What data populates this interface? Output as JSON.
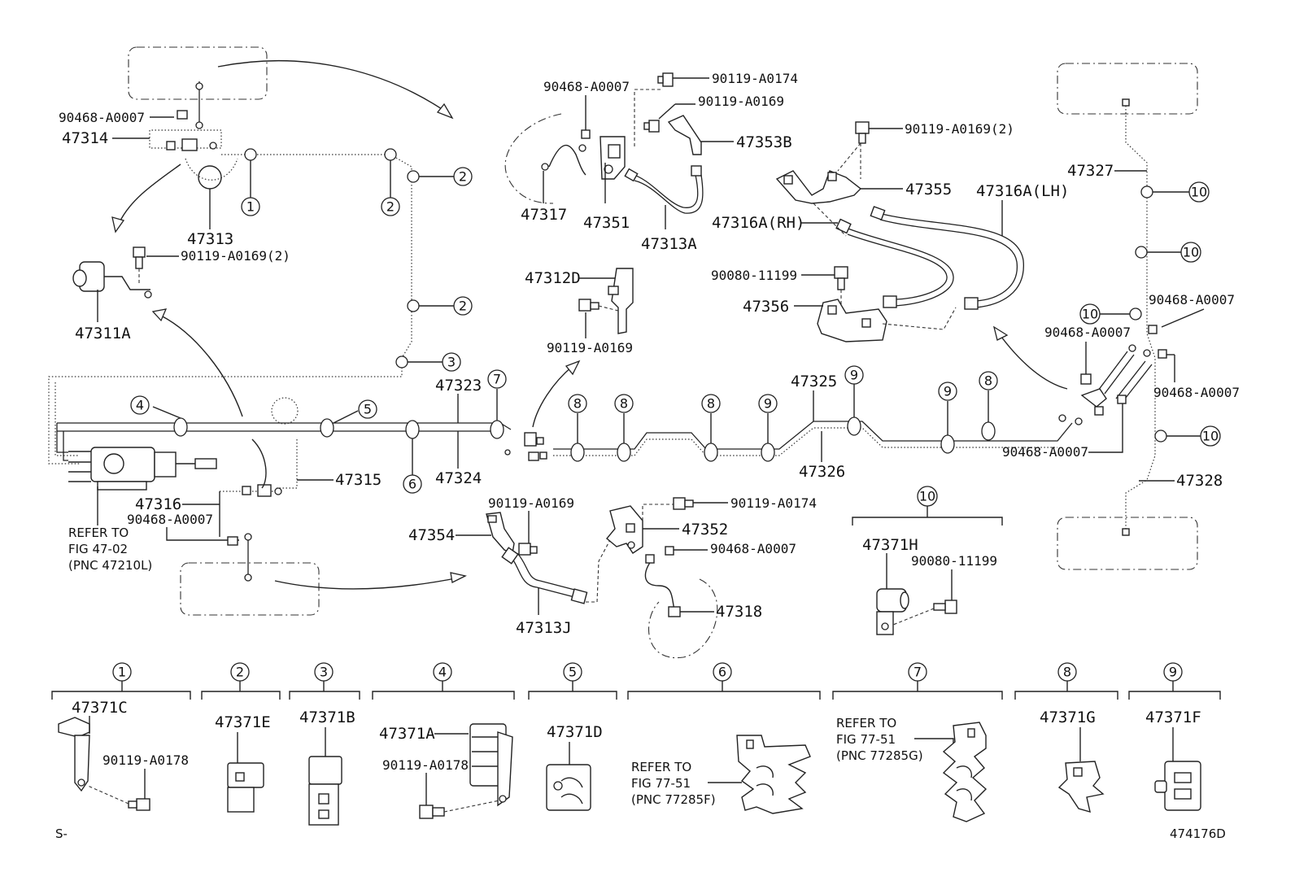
{
  "diagram": {
    "figure_code": "474176D",
    "corner_mark": "S-",
    "part_labels": {
      "p47314": "47314",
      "p47313": "47313",
      "p47311A": "47311A",
      "p47315": "47315",
      "p47316": "47316",
      "p47317": "47317",
      "p47351": "47351",
      "p47313A": "47313A",
      "p47353B": "47353B",
      "p47312D": "47312D",
      "p47323": "47323",
      "p47324": "47324",
      "p47325": "47325",
      "p47326": "47326",
      "p47355": "47355",
      "p47316A_LH": "47316A(LH)",
      "p47316A_RH": "47316A(RH)",
      "p47356": "47356",
      "p47327": "47327",
      "p47328": "47328",
      "p47354": "47354",
      "p47352": "47352",
      "p47313J": "47313J",
      "p47318": "47318",
      "p47371H": "47371H",
      "p47371C": "47371C",
      "p47371E": "47371E",
      "p47371B": "47371B",
      "p47371A": "47371A",
      "p47371D": "47371D",
      "p47371G": "47371G",
      "p47371F": "47371F"
    },
    "fastener_labels": {
      "f_tl_90468": "90468-A0007",
      "f_tl_90119": "90119-A0169(2)",
      "f_bl_90468": "90468-A0007",
      "f_tm_90468": "90468-A0007",
      "f_tm_0174": "90119-A0174",
      "f_tm_0169": "90119-A0169",
      "f_mid_0169": "90119-A0169",
      "f_tr_0169_2": "90119-A0169(2)",
      "f_tr_90080": "90080-11199",
      "f_bm_0169": "90119-A0169",
      "f_bm_0174": "90119-A0174",
      "f_bm_90468": "90468-A0007",
      "f_r_90468_a": "90468-A0007",
      "f_r_90468_b": "90468-A0007",
      "f_r_90468_c": "90468-A0007",
      "f_r_90468_d": "90468-A0007",
      "f_k10_90080": "90080-11199",
      "f_k1_0178": "90119-A0178",
      "f_k4_0178": "90119-A0178"
    },
    "refer_notes": {
      "r_47_02": [
        "REFER TO",
        "FIG 47-02",
        "(PNC 47210L)"
      ],
      "r_77285F": [
        "REFER TO",
        "FIG 77-51",
        "(PNC 77285F)"
      ],
      "r_77285G": [
        "REFER TO",
        "FIG 77-51",
        "(PNC 77285G)"
      ]
    },
    "callouts": {
      "c1": "1",
      "c2": "2",
      "c3": "3",
      "c4": "4",
      "c5": "5",
      "c6": "6",
      "c7": "7",
      "c8": "8",
      "c9": "9",
      "c10": "10"
    }
  }
}
